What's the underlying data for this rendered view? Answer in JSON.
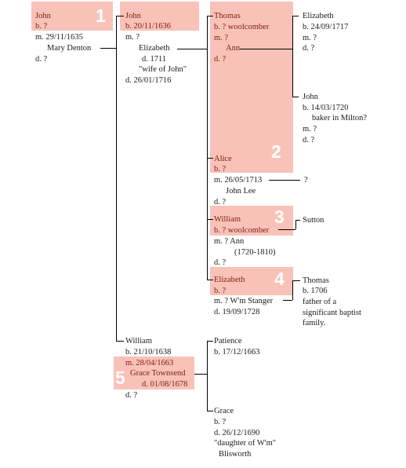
{
  "highlights": {
    "b1": {
      "number": "1",
      "color": "#f9c2b8"
    },
    "b2": {
      "number": "2",
      "color": "#f9c2b8"
    },
    "b3": {
      "number": "3",
      "color": "#f9c2b8"
    },
    "b4": {
      "number": "4",
      "color": "#f9c2b8"
    },
    "b5": {
      "number": "5",
      "color": "#f9c2b8"
    }
  },
  "people": {
    "john_sr": {
      "name": "John",
      "born": "b. ?",
      "married": "m. 29/11/1635",
      "spouse": "Mary Denton",
      "died": "d. ?"
    },
    "john_jr": {
      "name": "John",
      "born": "b. 20/11/1636",
      "married": "m. ?",
      "spouse_name": "Elizabeth",
      "spouse_died": "d. 1711",
      "spouse_note": "\"wife of John\"",
      "died": "d. 26/01/1716"
    },
    "thomas": {
      "name": "Thomas",
      "born": "b. ? woolcomber",
      "married": "m. ?",
      "spouse": "Ann",
      "died": "d. ?"
    },
    "elizabeth_1717": {
      "name": "Elizabeth",
      "born": "b. 24/09/1717",
      "married": "m. ?",
      "died": "d.  ?"
    },
    "john_1720": {
      "name": "John",
      "born": "b. 14/03/1720",
      "note": "baker in Milton?",
      "married": "m. ?",
      "died": "d.  ?"
    },
    "alice": {
      "name": "Alice",
      "born": "b. ?",
      "married": "m. 26/05/1713",
      "spouse": "John Lee",
      "died": "d. ?",
      "child": "?"
    },
    "william_wc": {
      "name": "William",
      "born": "b. ? woolcomber",
      "married": "m. ? Ann",
      "spouse_dates": "(1720-1810)",
      "died": "d. ?",
      "child": "Sutton"
    },
    "elizabeth_stanger": {
      "name": "Elizabeth",
      "born": "b. ?",
      "married": "m. ? W'm Stanger",
      "died": "d. 19/09/1728"
    },
    "thomas_1706": {
      "name": "Thomas",
      "born": "b. 1706",
      "note1": "father of a",
      "note2": "significant baptist",
      "note3": "family."
    },
    "william_1638": {
      "name": "William",
      "born": "b. 21/10/1638",
      "married": "m. 28/04/1663",
      "spouse": "Grace Townsend",
      "spouse_died": "d. 01/08/1678",
      "died": "d. ?"
    },
    "patience": {
      "name": "Patience",
      "born": "b. 17/12/1663"
    },
    "grace": {
      "name": "Grace",
      "born": "b. ?",
      "died": "d. 26/12/1690",
      "note1": "\"daughter of W'm\"",
      "note2": "Blisworth"
    }
  }
}
